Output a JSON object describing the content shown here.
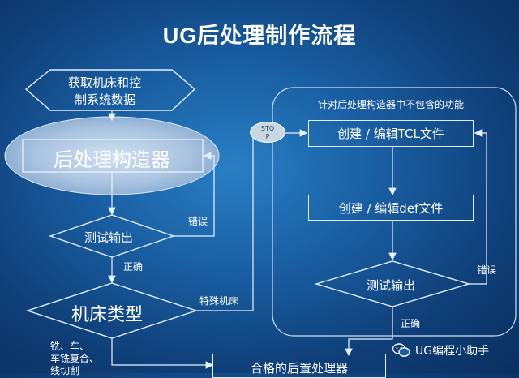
{
  "title": "UG后处理制作流程",
  "nodes": {
    "acquire_line1": "获取机床和控",
    "acquire_line2": "制系统数据",
    "builder": "后处理构造器",
    "test1": "测试输出",
    "machine_type": "机床类型",
    "final": "合格的后置处理器",
    "tcl": "创建 / 编辑TCL文件",
    "def": "创建 / 编辑def文件",
    "test2": "测试输出",
    "stop_line1": "STO",
    "stop_line2": "P"
  },
  "labels": {
    "region_title": "针对后处理构造器中不包含的功能",
    "error1": "错误",
    "correct1": "正确",
    "special": "特殊机床",
    "types_line1": "铣、车、",
    "types_line2": "车铣复合、",
    "types_line3": "线切割",
    "error2": "错误",
    "correct2": "正确"
  },
  "watermark": "UG编程小助手"
}
